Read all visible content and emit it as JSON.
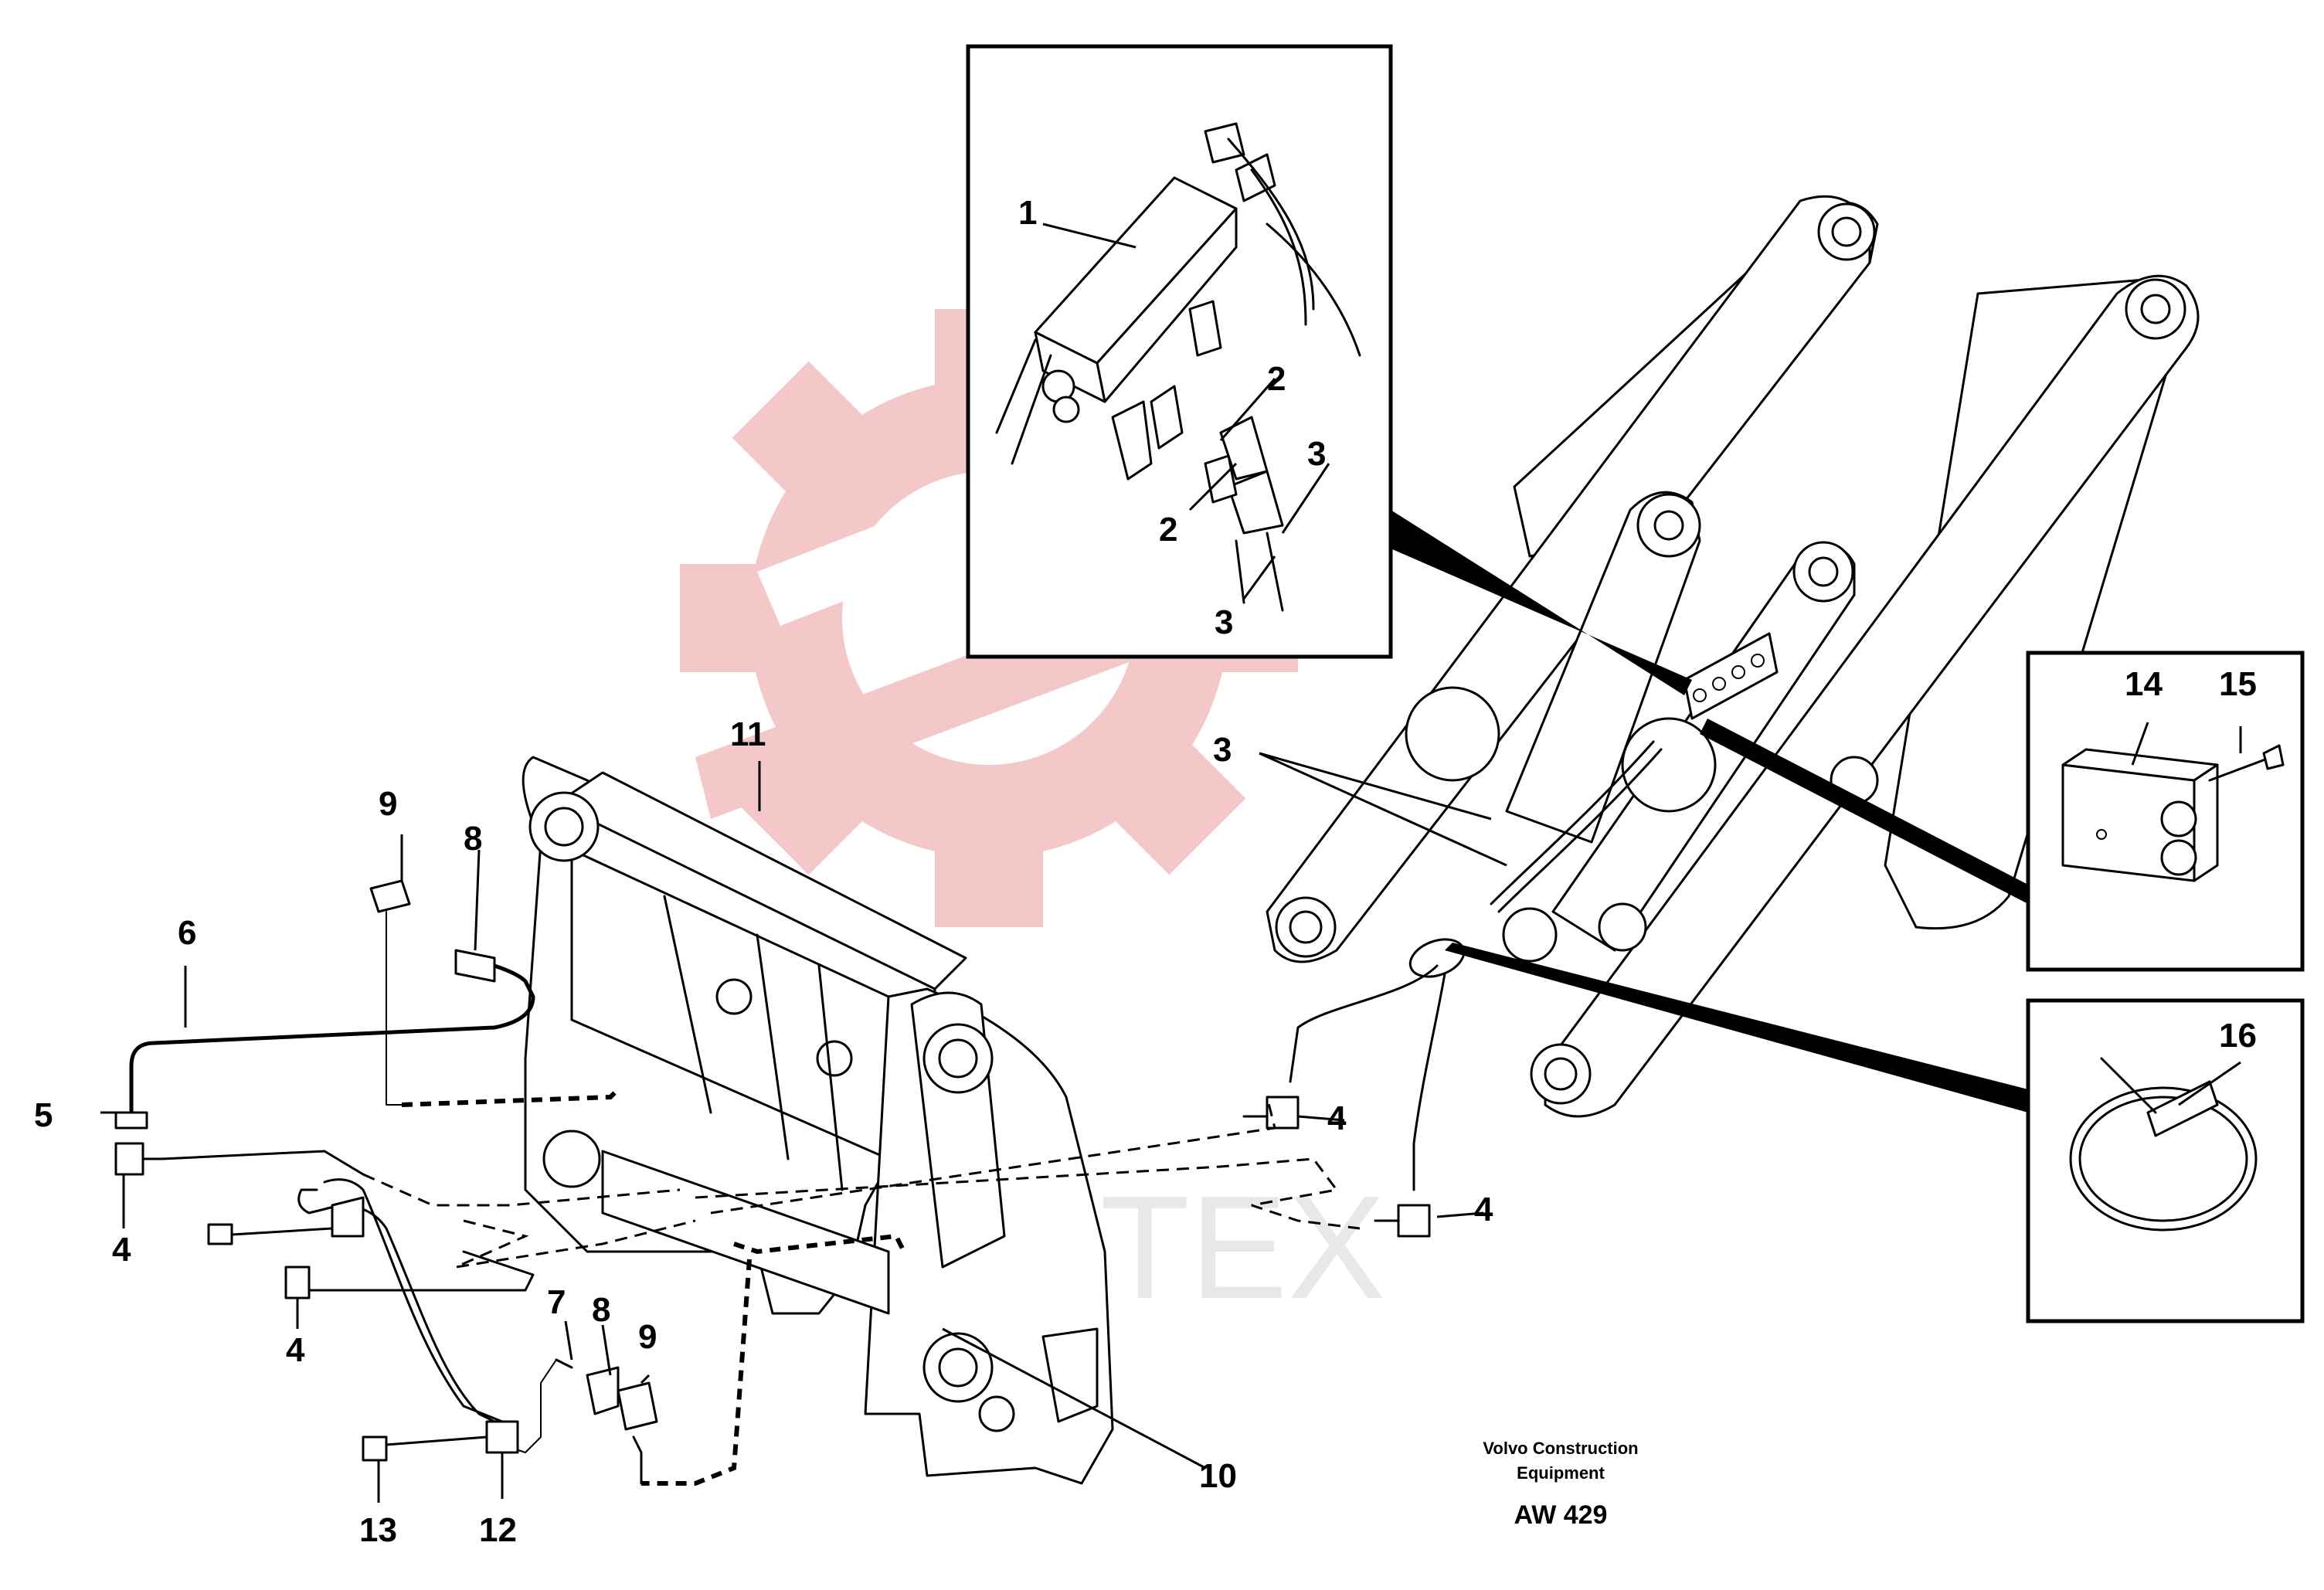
{
  "watermark": {
    "text": "ИНТЕХ",
    "gear_color": "#f4c8c8",
    "gear_inner_color": "#ffffff",
    "icon": "gear-logo-icon"
  },
  "callouts": [
    {
      "id": "c1",
      "label": "1"
    },
    {
      "id": "c2a",
      "label": "2"
    },
    {
      "id": "c2b",
      "label": "2"
    },
    {
      "id": "c3a",
      "label": "3"
    },
    {
      "id": "c3b",
      "label": "3"
    },
    {
      "id": "c3c",
      "label": "3"
    },
    {
      "id": "c4a",
      "label": "4"
    },
    {
      "id": "c4b",
      "label": "4"
    },
    {
      "id": "c4c",
      "label": "4"
    },
    {
      "id": "c4d",
      "label": "4"
    },
    {
      "id": "c5",
      "label": "5"
    },
    {
      "id": "c6",
      "label": "6"
    },
    {
      "id": "c7",
      "label": "7"
    },
    {
      "id": "c8a",
      "label": "8"
    },
    {
      "id": "c8b",
      "label": "8"
    },
    {
      "id": "c9a",
      "label": "9"
    },
    {
      "id": "c9b",
      "label": "9"
    },
    {
      "id": "c10",
      "label": "10"
    },
    {
      "id": "c11",
      "label": "11"
    },
    {
      "id": "c12",
      "label": "12"
    },
    {
      "id": "c13",
      "label": "13"
    },
    {
      "id": "c14",
      "label": "14"
    },
    {
      "id": "c15",
      "label": "15"
    },
    {
      "id": "c16",
      "label": "16"
    }
  ],
  "caption": {
    "line1": "Volvo Construction",
    "line2": "Equipment",
    "code": "AW 429"
  },
  "colors": {
    "ink": "#000000",
    "paper": "#ffffff"
  }
}
